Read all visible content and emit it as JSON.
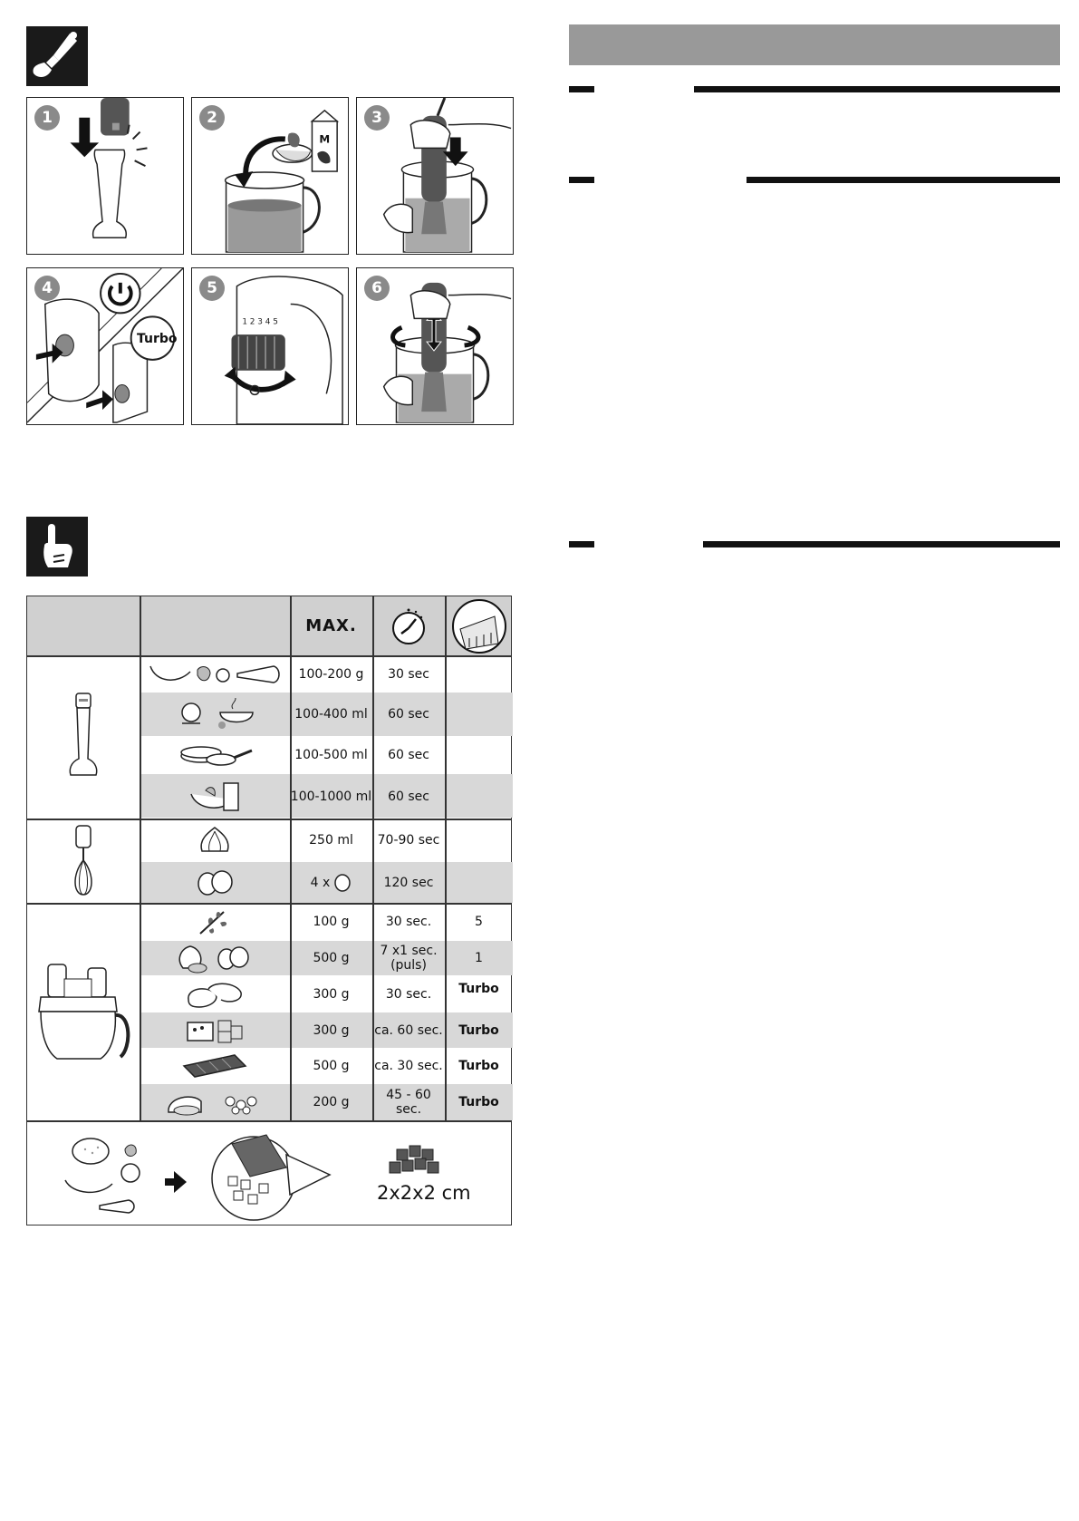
{
  "steps": [
    {
      "number": "1"
    },
    {
      "number": "2",
      "carton_letter": "M"
    },
    {
      "number": "3"
    },
    {
      "number": "4",
      "button_label": "Turbo"
    },
    {
      "number": "5"
    },
    {
      "number": "6"
    }
  ],
  "table": {
    "header": {
      "max_label": "MAX."
    },
    "rows": [
      {
        "qty": "100-200 g",
        "time": "30 sec",
        "speed": ""
      },
      {
        "qty": "100-400 ml",
        "time": "60 sec",
        "speed": ""
      },
      {
        "qty": "100-500 ml",
        "time": "60 sec",
        "speed": ""
      },
      {
        "qty": "100-1000 ml",
        "time": "60 sec",
        "speed": ""
      },
      {
        "qty": "250 ml",
        "time": "70-90 sec",
        "speed": ""
      },
      {
        "qty": "4 x",
        "time": "120 sec",
        "speed": ""
      },
      {
        "qty": "100 g",
        "time": "30 sec.",
        "speed": "5"
      },
      {
        "qty": "500 g",
        "time": "7 x1 sec.",
        "time2": "(puls)",
        "speed": "1"
      },
      {
        "qty": "300 g",
        "time": "30 sec.",
        "speed": "Turbo"
      },
      {
        "qty": "300 g",
        "time": "ca. 60 sec.",
        "speed": "Turbo"
      },
      {
        "qty": "500 g",
        "time": "ca. 30 sec.",
        "speed": "Turbo"
      },
      {
        "qty": "200 g",
        "time": "45 - 60 sec.",
        "speed": "Turbo"
      }
    ],
    "footer": {
      "cube_size": "2x2x2 cm"
    }
  },
  "colors": {
    "bar": "#999999",
    "shade": "#d8d8d8",
    "ink": "#1a1a1a"
  }
}
